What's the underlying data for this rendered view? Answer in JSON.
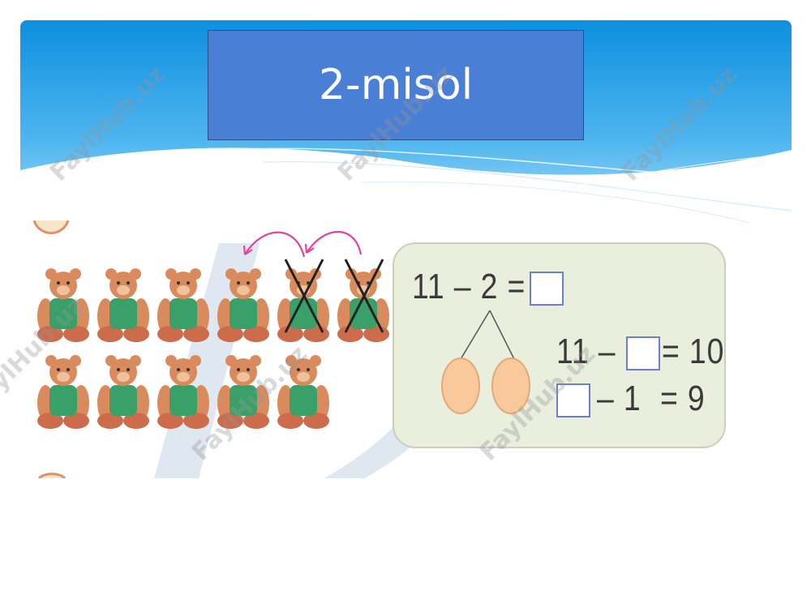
{
  "slide": {
    "title": "2-misol"
  },
  "watermark": {
    "text": "FaylHub.uz"
  },
  "equations": {
    "line1_left": "11 – 2 =",
    "line2_left": "11 –",
    "line2_right": "= 10",
    "line3_mid": "– 1",
    "line3_right": "= 9"
  },
  "picture": {
    "bears_row1": 6,
    "bears_row2": 5,
    "crossed_out": 2
  },
  "colors": {
    "header_blue": "#1a9be8",
    "title_box": "#4a7fd6",
    "bear_body": "#d98b5e",
    "bear_shirt": "#3aa06a",
    "circle_fill": "#f9c99b",
    "arrow": "#e0459b"
  }
}
